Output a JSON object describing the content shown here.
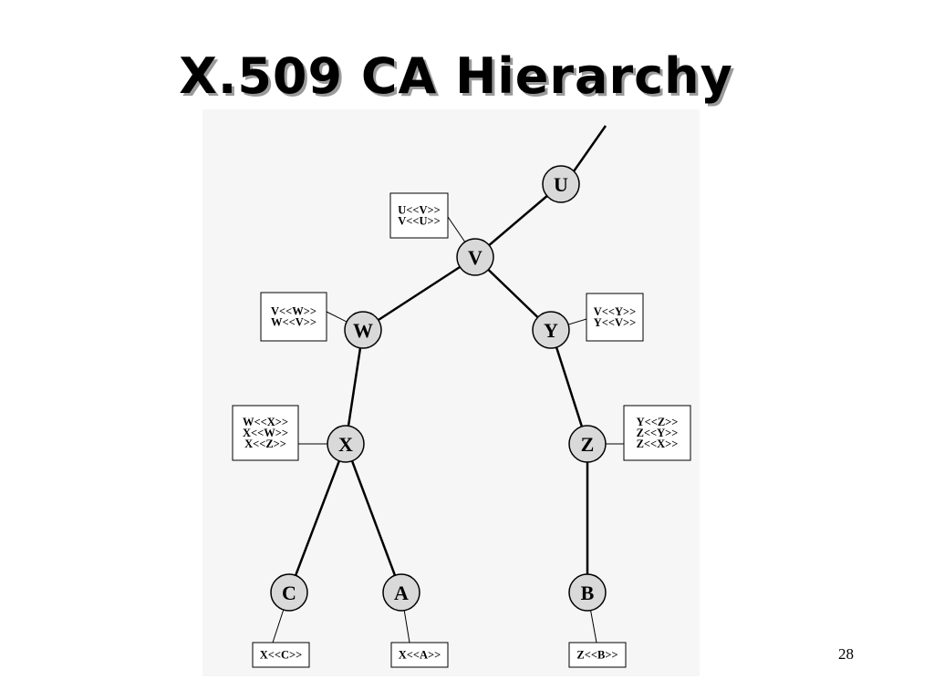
{
  "slide": {
    "title": "X.509 CA Hierarchy",
    "page_number": "28"
  },
  "nodes": [
    {
      "id": "U",
      "label": "U"
    },
    {
      "id": "V",
      "label": "V"
    },
    {
      "id": "W",
      "label": "W"
    },
    {
      "id": "Y",
      "label": "Y"
    },
    {
      "id": "X",
      "label": "X"
    },
    {
      "id": "Z",
      "label": "Z"
    },
    {
      "id": "C",
      "label": "C"
    },
    {
      "id": "A",
      "label": "A"
    },
    {
      "id": "B",
      "label": "B"
    }
  ],
  "edges": [
    {
      "from": "U",
      "to": "V"
    },
    {
      "from": "V",
      "to": "W"
    },
    {
      "from": "V",
      "to": "Y"
    },
    {
      "from": "W",
      "to": "X"
    },
    {
      "from": "Y",
      "to": "Z"
    },
    {
      "from": "X",
      "to": "C"
    },
    {
      "from": "X",
      "to": "A"
    },
    {
      "from": "Z",
      "to": "B"
    }
  ],
  "certificate_boxes": [
    {
      "node": "V",
      "lines": [
        "U<<V>>",
        "V<<U>>"
      ]
    },
    {
      "node": "W",
      "lines": [
        "V<<W>>",
        "W<<V>>"
      ]
    },
    {
      "node": "Y",
      "lines": [
        "V<<Y>>",
        "Y<<V>>"
      ]
    },
    {
      "node": "X",
      "lines": [
        "W<<X>>",
        "X<<W>>",
        "X<<Z>>"
      ]
    },
    {
      "node": "Z",
      "lines": [
        "Y<<Z>>",
        "Z<<Y>>",
        "Z<<X>>"
      ]
    },
    {
      "node": "C",
      "lines": [
        "X<<C>>"
      ]
    },
    {
      "node": "A",
      "lines": [
        "X<<A>>"
      ]
    },
    {
      "node": "B",
      "lines": [
        "Z<<B>>"
      ]
    }
  ],
  "colors": {
    "node_fill": "#d9d9d9",
    "panel_background": "#f6f6f6",
    "line": "#000000"
  }
}
